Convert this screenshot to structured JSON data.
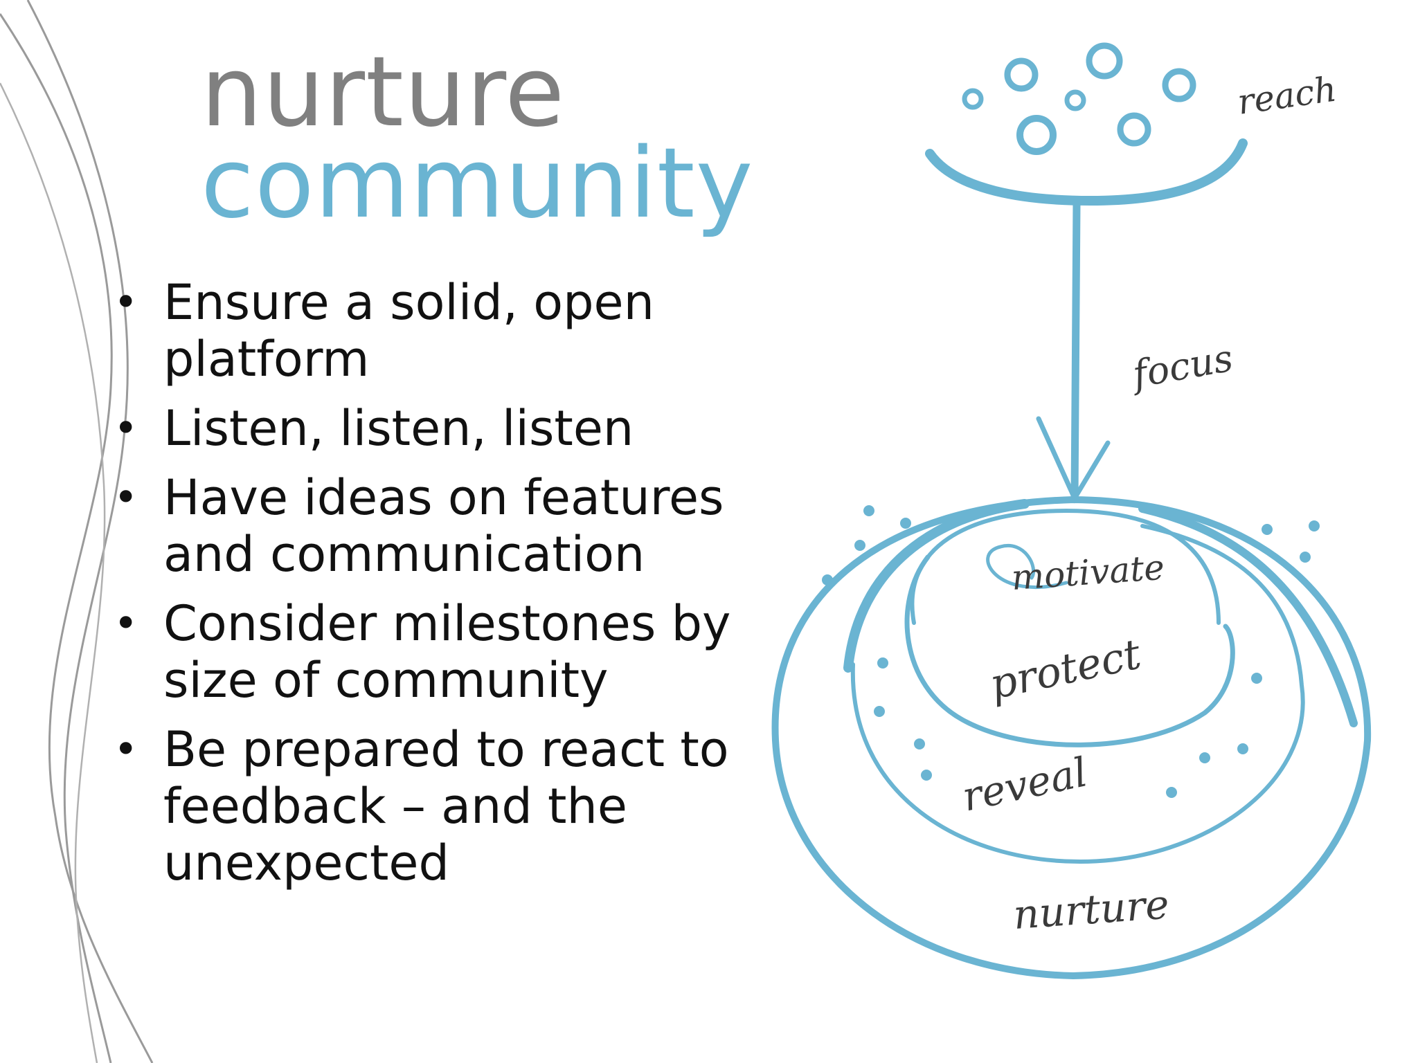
{
  "title": {
    "line1": "nurture",
    "line2": "community"
  },
  "colors": {
    "title_gray": "#808080",
    "accent_blue": "#6ab4d2",
    "text": "#111111",
    "line_gray": "#9a9a9a"
  },
  "bullets": [
    "Ensure a solid, open platform",
    "Listen, listen, listen",
    "Have ideas on features and communication",
    "Consider milestones by size of community",
    "Be prepared to react to feedback – and the unexpected"
  ],
  "diagram": {
    "labels": {
      "reach": "reach",
      "focus": "focus",
      "motivate": "motivate",
      "protect": "protect",
      "reveal": "reveal",
      "nurture": "nurture"
    }
  }
}
